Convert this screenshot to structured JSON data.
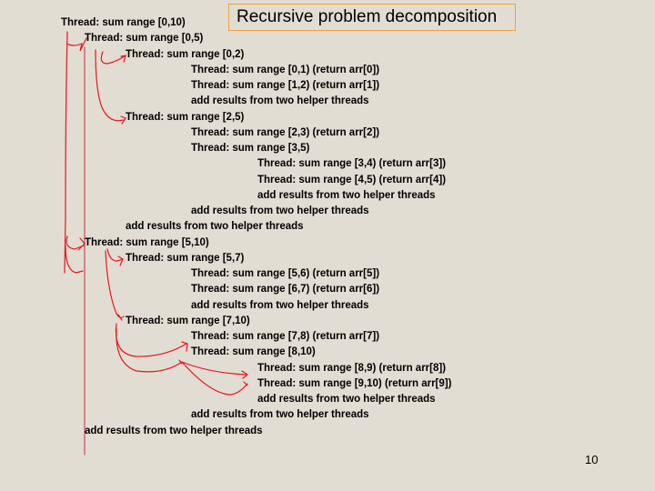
{
  "title": "Recursive problem decomposition",
  "page_number": "10",
  "lines": [
    {
      "level": 0,
      "text": "Thread: sum range [0,10)"
    },
    {
      "level": 1,
      "text": "Thread: sum range [0,5)"
    },
    {
      "level": 2,
      "text": "Thread: sum range [0,2)"
    },
    {
      "level": 3,
      "text": "Thread: sum range [0,1) (return arr[0])"
    },
    {
      "level": 3,
      "text": "Thread: sum range [1,2) (return arr[1])"
    },
    {
      "level": 3,
      "text": "add results from two helper threads"
    },
    {
      "level": 2,
      "text": "Thread: sum range [2,5)"
    },
    {
      "level": 3,
      "text": "Thread: sum range [2,3) (return arr[2])"
    },
    {
      "level": 3,
      "text": "Thread: sum range [3,5)"
    },
    {
      "level": 4,
      "text": "Thread: sum range [3,4) (return arr[3])"
    },
    {
      "level": 4,
      "text": "Thread: sum range [4,5) (return arr[4])"
    },
    {
      "level": 4,
      "text": "add results from two helper threads"
    },
    {
      "level": 3,
      "text": "add results from two helper threads"
    },
    {
      "level": 2,
      "text": "add results from two helper threads"
    },
    {
      "level": 1,
      "text": "Thread: sum range [5,10)"
    },
    {
      "level": 2,
      "text": "Thread: sum range [5,7)"
    },
    {
      "level": 3,
      "text": "Thread: sum range [5,6) (return arr[5])"
    },
    {
      "level": 3,
      "text": "Thread: sum range [6,7) (return arr[6])"
    },
    {
      "level": 3,
      "text": "add results from two helper threads"
    },
    {
      "level": 2,
      "text": "Thread: sum range [7,10)"
    },
    {
      "level": 3,
      "text": "Thread: sum range [7,8) (return arr[7])"
    },
    {
      "level": 3,
      "text": "Thread: sum range [8,10)"
    },
    {
      "level": 4,
      "text": "Thread: sum range [8,9) (return arr[8])"
    },
    {
      "level": 4,
      "text": "Thread: sum range [9,10) (return arr[9])"
    },
    {
      "level": 4,
      "text": "add results from two helper threads"
    },
    {
      "level": 3,
      "text": "add results from two helper threads"
    },
    {
      "level": 1,
      "text": "add results from two helper threads"
    }
  ]
}
